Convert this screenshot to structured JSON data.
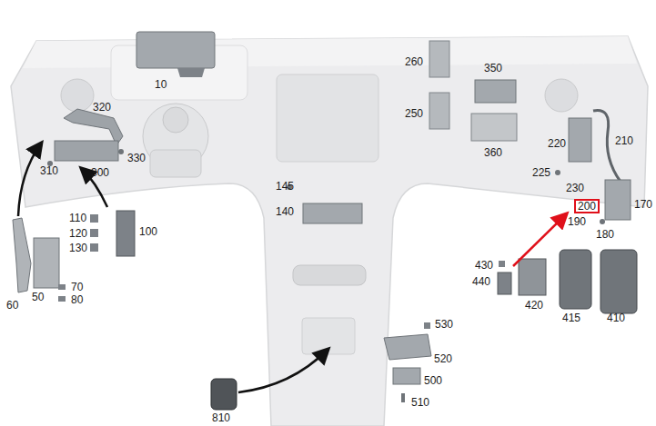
{
  "diagram": {
    "nodes": [
      {
        "text": [
          "200"
        ]
      }
    ],
    "labels": [
      "10",
      "260",
      "350",
      "320",
      "250",
      "210",
      "220",
      "330",
      "310",
      "300",
      "360",
      "225",
      "230",
      "145",
      "170",
      "140",
      "190",
      "180",
      "110",
      "100",
      "120",
      "130",
      "430",
      "440",
      "420",
      "415",
      "410",
      "70",
      "50",
      "80",
      "60",
      "530",
      "520",
      "500",
      "510",
      "810"
    ]
  }
}
